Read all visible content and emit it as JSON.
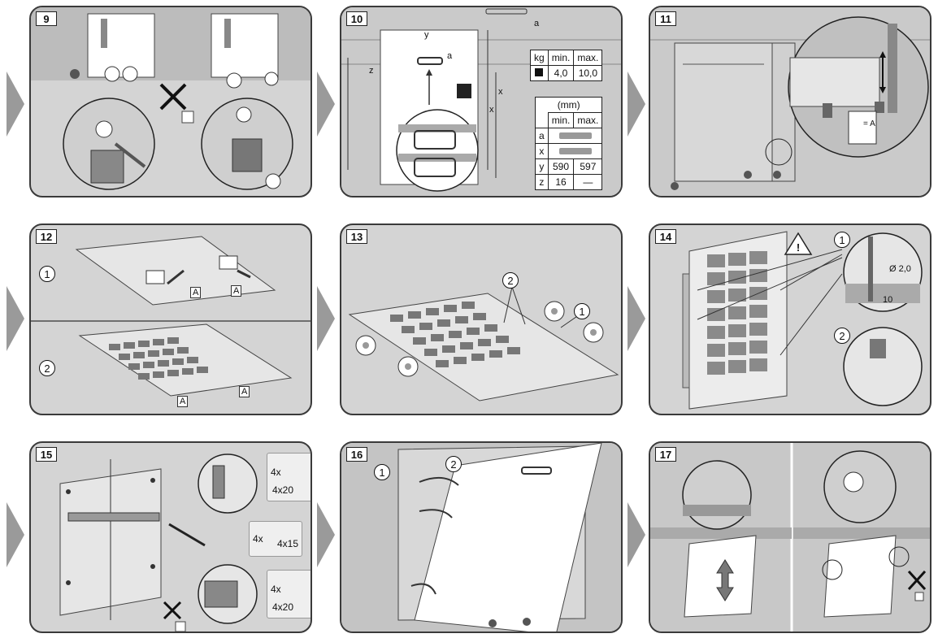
{
  "panels": [
    {
      "id": "p9",
      "number": "9"
    },
    {
      "id": "p10",
      "number": "10"
    },
    {
      "id": "p11",
      "number": "11"
    },
    {
      "id": "p12",
      "number": "12"
    },
    {
      "id": "p13",
      "number": "13"
    },
    {
      "id": "p14",
      "number": "14"
    },
    {
      "id": "p15",
      "number": "15"
    },
    {
      "id": "p16",
      "number": "16"
    },
    {
      "id": "p17",
      "number": "17"
    }
  ],
  "p10": {
    "weight_table": {
      "h_kg": "kg",
      "h_min": "min.",
      "h_max": "max.",
      "min": "4,0",
      "max": "10,0"
    },
    "dim_table": {
      "unit": "(mm)",
      "h_min": "min.",
      "h_max": "max.",
      "rows": [
        {
          "label": "a",
          "min": "",
          "max": ""
        },
        {
          "label": "x",
          "min": "",
          "max": ""
        },
        {
          "label": "y",
          "min": "590",
          "max": "597"
        },
        {
          "label": "z",
          "min": "16",
          "max": "—"
        }
      ]
    },
    "labels": {
      "x": "x",
      "y": "y",
      "z": "z",
      "a": "a",
      "weight": "kg"
    }
  },
  "p11": {
    "label_eq": "= A"
  },
  "p12": {
    "step1": "1",
    "step2": "2",
    "tag": "A"
  },
  "p13": {
    "step1": "1",
    "step2": "2"
  },
  "p14": {
    "step1": "1",
    "step2": "2",
    "diameter": "Ø 2,0",
    "depth": "10"
  },
  "p15": {
    "box1": {
      "qty": "4x",
      "size": "4x20"
    },
    "box2": {
      "qty": "4x",
      "size": "4x15"
    },
    "box3": {
      "qty": "4x",
      "size": "4x20"
    }
  },
  "p16": {
    "step1": "1",
    "step2": "2"
  },
  "colors": {
    "panel_bg": "#d4d4d4",
    "border": "#3a3a3a",
    "arrow": "#9a9a9a",
    "white": "#ffffff"
  }
}
